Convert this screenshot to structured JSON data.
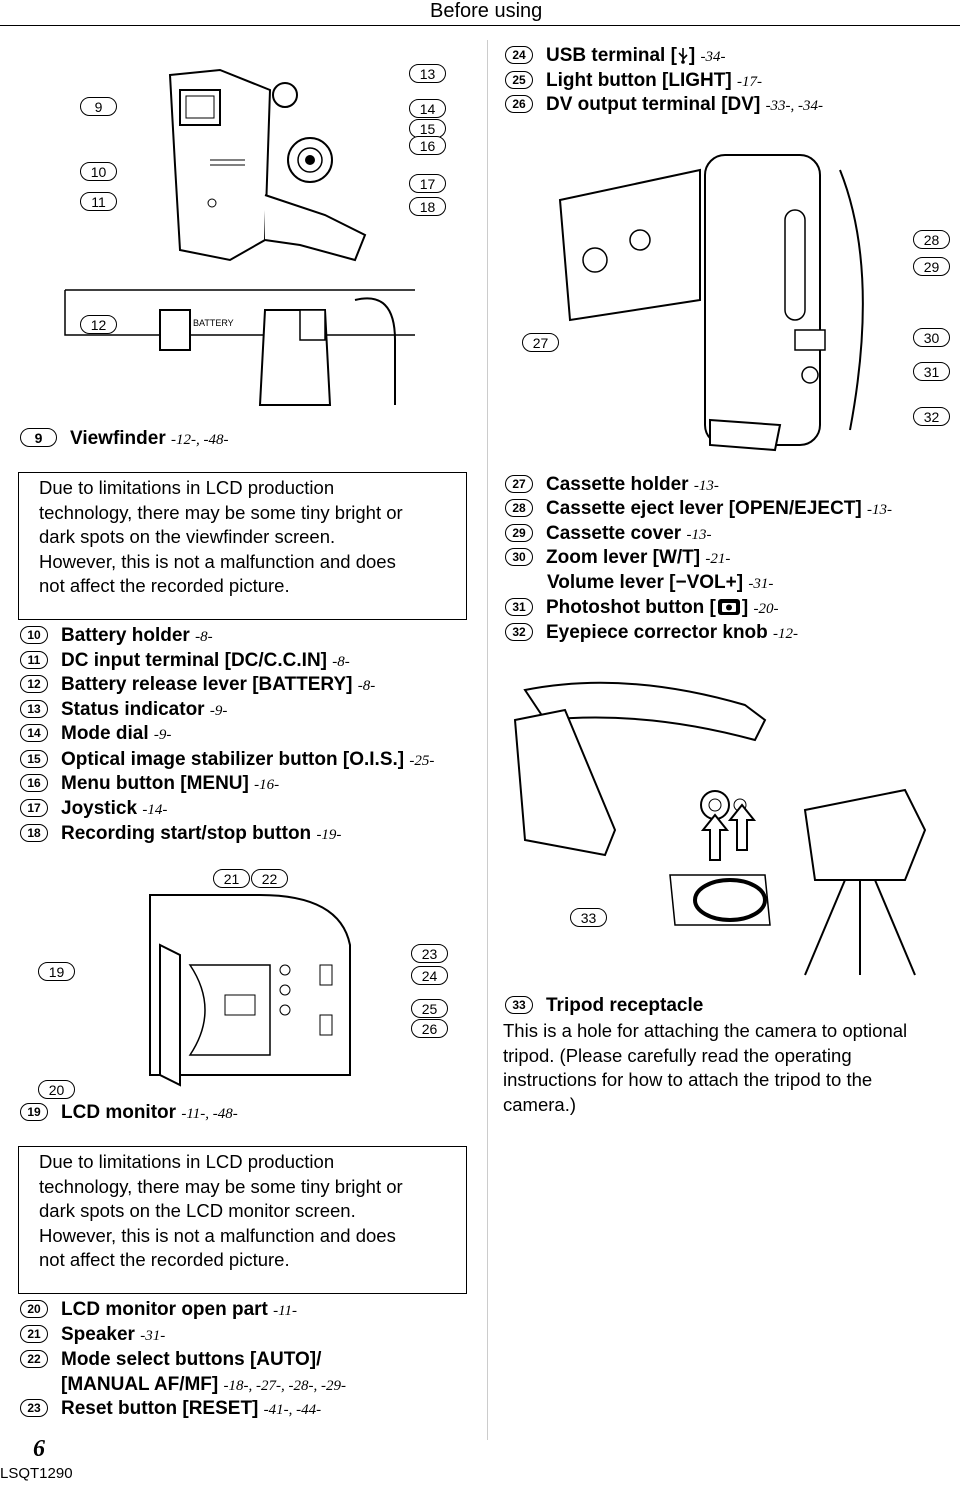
{
  "header": {
    "section": "Before using"
  },
  "footer": {
    "page_number": "6",
    "code": "LSQT1290"
  },
  "fig1": {
    "callouts": [
      "9",
      "10",
      "11",
      "12",
      "13",
      "14",
      "15",
      "16",
      "17",
      "18"
    ],
    "battery_label": "BATTERY"
  },
  "fig2": {
    "callouts": [
      "27",
      "28",
      "29",
      "30",
      "31",
      "32"
    ]
  },
  "fig3": {
    "callouts": [
      "19",
      "20",
      "21",
      "22",
      "23",
      "24",
      "25",
      "26"
    ]
  },
  "fig4": {
    "callouts": [
      "33"
    ]
  },
  "items": {
    "i9": {
      "num": "9",
      "label": "Viewfinder",
      "ref": "-12-, -48-"
    },
    "i10": {
      "num": "10",
      "label": "Battery holder",
      "ref": "-8-"
    },
    "i11": {
      "num": "11",
      "label": "DC input terminal [DC/C.C.IN]",
      "ref": "-8-"
    },
    "i12": {
      "num": "12",
      "label": "Battery release lever [BATTERY]",
      "ref": "-8-"
    },
    "i13": {
      "num": "13",
      "label": "Status indicator",
      "ref": "-9-"
    },
    "i14": {
      "num": "14",
      "label": "Mode dial",
      "ref": "-9-"
    },
    "i15": {
      "num": "15",
      "label": "Optical image stabilizer button [O.I.S.]",
      "ref": "-25-"
    },
    "i16": {
      "num": "16",
      "label": "Menu button [MENU]",
      "ref": "-16-"
    },
    "i17": {
      "num": "17",
      "label": "Joystick",
      "ref": "-14-"
    },
    "i18": {
      "num": "18",
      "label": "Recording start/stop button",
      "ref": "-19-"
    },
    "i19": {
      "num": "19",
      "label": "LCD monitor",
      "ref": "-11-, -48-"
    },
    "i20": {
      "num": "20",
      "label": "LCD monitor open part",
      "ref": "-11-"
    },
    "i21": {
      "num": "21",
      "label": "Speaker",
      "ref": "-31-"
    },
    "i22": {
      "num": "22",
      "label": "Mode select buttons [AUTO]/",
      "ref": ""
    },
    "i22b": {
      "label": "[MANUAL AF/MF]",
      "ref": "-18-, -27-, -28-, -29-"
    },
    "i23": {
      "num": "23",
      "label": "Reset button [RESET]",
      "ref": "-41-, -44-"
    },
    "i24": {
      "num": "24",
      "label": "USB terminal [",
      "label_end": "]",
      "ref": "-34-"
    },
    "i25": {
      "num": "25",
      "label": "Light button [LIGHT]",
      "ref": "-17-"
    },
    "i26": {
      "num": "26",
      "label": "DV output terminal [DV]",
      "ref": "-33-, -34-"
    },
    "i27": {
      "num": "27",
      "label": "Cassette holder",
      "ref": "-13-"
    },
    "i28": {
      "num": "28",
      "label": "Cassette eject lever [OPEN/EJECT]",
      "ref": "-13-"
    },
    "i29": {
      "num": "29",
      "label": "Cassette cover",
      "ref": "-13-"
    },
    "i30": {
      "num": "30",
      "label": "Zoom lever [W/T]",
      "ref": "-21-"
    },
    "i30b": {
      "label": "Volume lever [−VOL+]",
      "ref": "-31-"
    },
    "i31": {
      "num": "31",
      "label": "Photoshot button [",
      "label_end": "]",
      "ref": "-20-"
    },
    "i32": {
      "num": "32",
      "label": "Eyepiece corrector knob",
      "ref": "-12-"
    },
    "i33": {
      "num": "33",
      "label": "Tripod receptacle"
    }
  },
  "notes": {
    "viewfinder": [
      "Due to limitations in LCD production",
      "technology, there may be some tiny bright or",
      "dark spots on the viewfinder screen.",
      "However, this is not a malfunction and does",
      "not affect the recorded picture."
    ],
    "lcd": [
      "Due to limitations in LCD production",
      "technology, there may be some tiny bright or",
      "dark spots on the LCD monitor screen.",
      "However, this is not a malfunction and does",
      "not affect the recorded picture."
    ]
  },
  "tripod_text": [
    "This is a hole for attaching the camera to optional",
    "tripod. (Please carefully read the operating",
    "instructions for how to attach the tripod to the",
    "camera.)"
  ],
  "icons": {
    "usb": "usb-icon",
    "camera": "camera-icon"
  }
}
